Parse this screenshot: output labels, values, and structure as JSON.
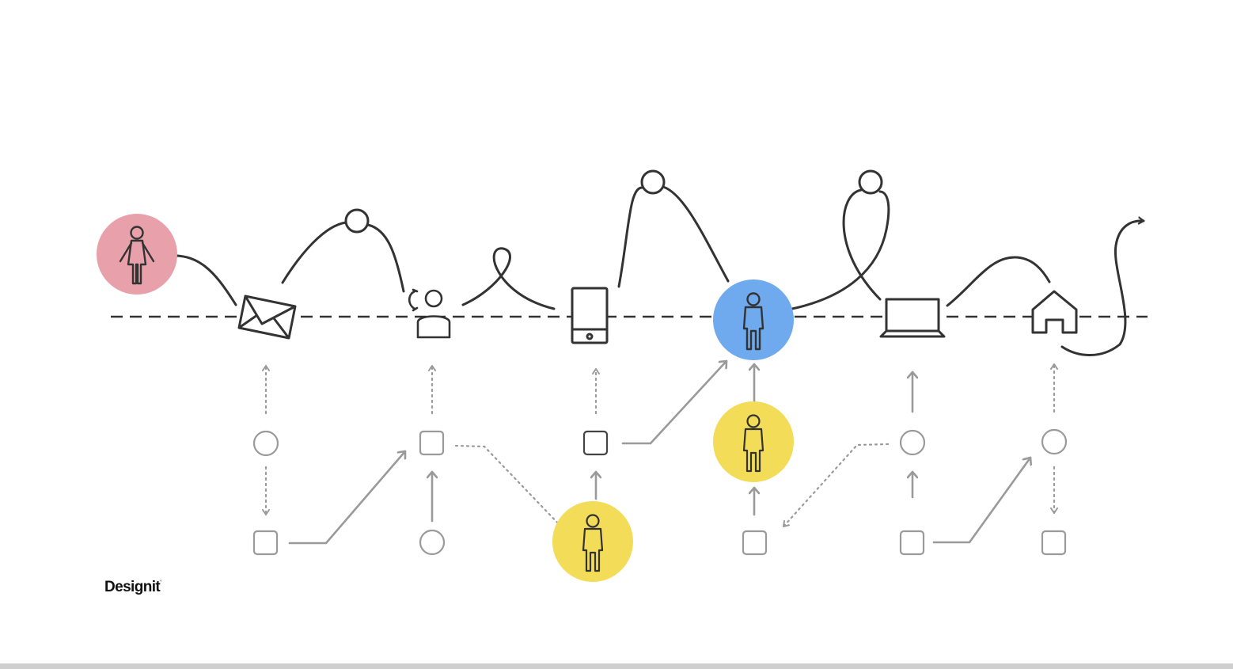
{
  "brand": {
    "logo_text": "Designit",
    "logo_mark": "°"
  },
  "colors": {
    "journey_line": "#333333",
    "support_line": "#9a9a9a",
    "customer": "#e8a1aa",
    "agent": "#6fa9ee",
    "staff": "#f2dc58",
    "footer_bar": "#cfcfcf"
  },
  "touchpoints": [
    {
      "id": "customer",
      "icon": "woman-icon"
    },
    {
      "id": "email",
      "icon": "envelope-icon"
    },
    {
      "id": "call-center",
      "icon": "phone-agent-icon"
    },
    {
      "id": "mobile",
      "icon": "smartphone-icon"
    },
    {
      "id": "store-agent",
      "icon": "person-icon"
    },
    {
      "id": "web",
      "icon": "laptop-icon"
    },
    {
      "id": "home",
      "icon": "house-icon"
    }
  ],
  "backstage": {
    "staff_icon": "person-icon",
    "node_shapes": [
      "circle-node",
      "square-node"
    ]
  }
}
